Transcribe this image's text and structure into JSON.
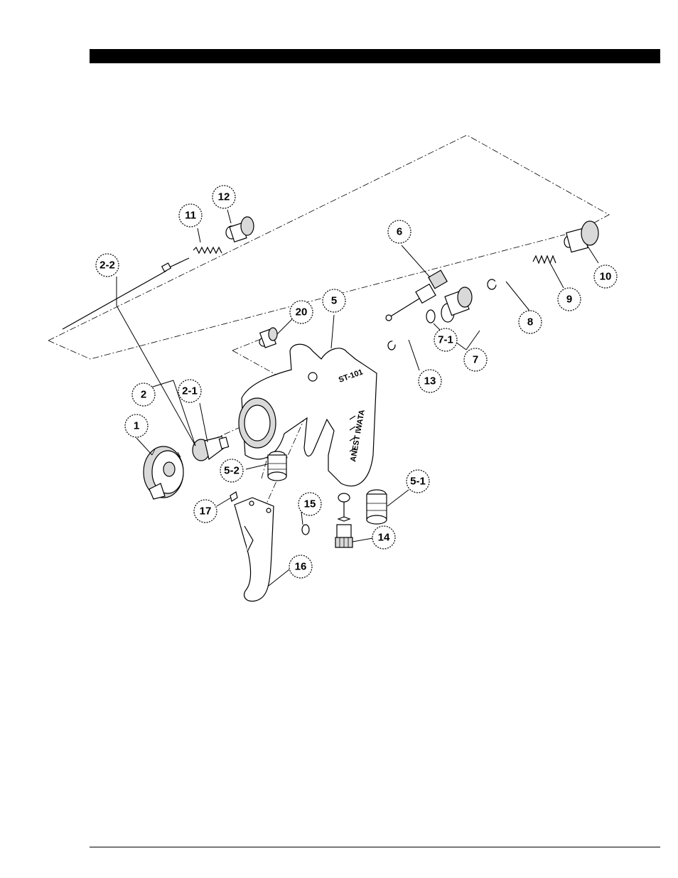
{
  "callouts": [
    {
      "id": "1",
      "label": "1"
    },
    {
      "id": "2",
      "label": "2"
    },
    {
      "id": "2-1",
      "label": "2-1"
    },
    {
      "id": "2-2",
      "label": "2-2"
    },
    {
      "id": "5",
      "label": "5"
    },
    {
      "id": "5-1",
      "label": "5-1"
    },
    {
      "id": "5-2",
      "label": "5-2"
    },
    {
      "id": "6",
      "label": "6"
    },
    {
      "id": "7",
      "label": "7"
    },
    {
      "id": "7-1",
      "label": "7-1"
    },
    {
      "id": "8",
      "label": "8"
    },
    {
      "id": "9",
      "label": "9"
    },
    {
      "id": "10",
      "label": "10"
    },
    {
      "id": "11",
      "label": "11"
    },
    {
      "id": "12",
      "label": "12"
    },
    {
      "id": "13",
      "label": "13"
    },
    {
      "id": "14",
      "label": "14"
    },
    {
      "id": "15",
      "label": "15"
    },
    {
      "id": "16",
      "label": "16"
    },
    {
      "id": "17",
      "label": "17"
    },
    {
      "id": "20",
      "label": "20"
    }
  ],
  "gun_body": {
    "model_text": "ST-101",
    "brand_text": "ANEST IWATA"
  }
}
